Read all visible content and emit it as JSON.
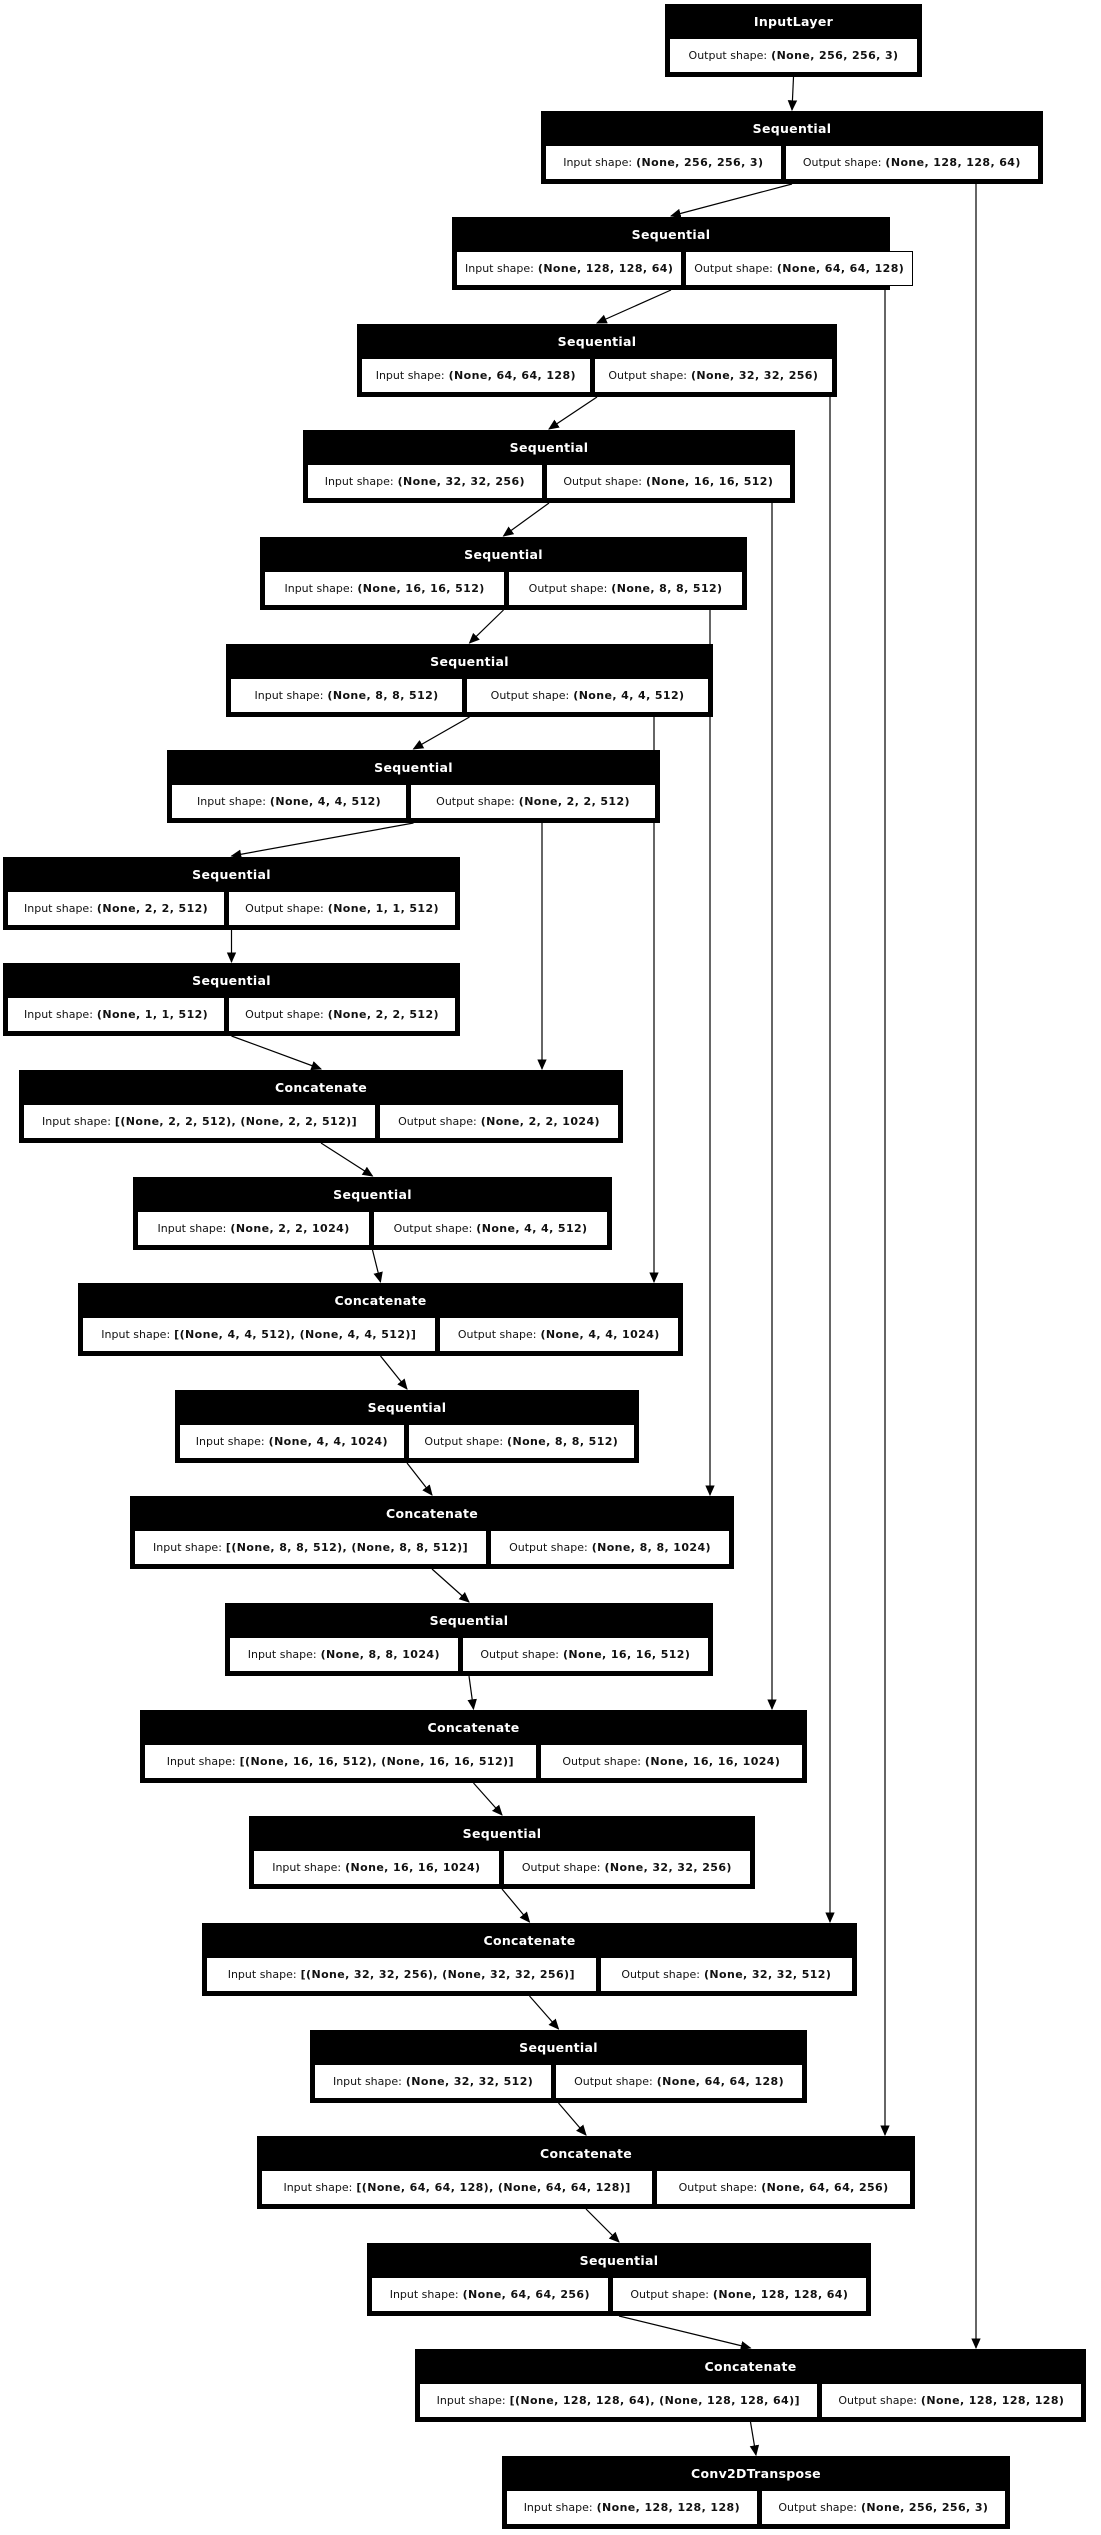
{
  "diagram": {
    "labels": {
      "input_prefix": "Input shape:",
      "output_prefix": "Output shape:"
    },
    "colors": {
      "node_header_bg": "#000000",
      "node_header_text": "#ffffff",
      "cell_bg": "#ffffff",
      "border": "#000000",
      "edge": "#000000",
      "page_bg": "#ffffff"
    },
    "nodes": [
      {
        "name": "InputLayer",
        "output_shape": "(None, 256, 256, 3)"
      },
      {
        "name": "Sequential",
        "input_shape": "(None, 256, 256, 3)",
        "output_shape": "(None, 128, 128, 64)"
      },
      {
        "name": "Sequential",
        "input_shape": "(None, 128, 128, 64)",
        "output_shape": "(None, 64, 64, 128)"
      },
      {
        "name": "Sequential",
        "input_shape": "(None, 64, 64, 128)",
        "output_shape": "(None, 32, 32, 256)"
      },
      {
        "name": "Sequential",
        "input_shape": "(None, 32, 32, 256)",
        "output_shape": "(None, 16, 16, 512)"
      },
      {
        "name": "Sequential",
        "input_shape": "(None, 16, 16, 512)",
        "output_shape": "(None, 8, 8, 512)"
      },
      {
        "name": "Sequential",
        "input_shape": "(None, 8, 8, 512)",
        "output_shape": "(None, 4, 4, 512)"
      },
      {
        "name": "Sequential",
        "input_shape": "(None, 4, 4, 512)",
        "output_shape": "(None, 2, 2, 512)"
      },
      {
        "name": "Sequential",
        "input_shape": "(None, 2, 2, 512)",
        "output_shape": "(None, 1, 1, 512)"
      },
      {
        "name": "Sequential",
        "input_shape": "(None, 1, 1, 512)",
        "output_shape": "(None, 2, 2, 512)"
      },
      {
        "name": "Concatenate",
        "input_shape": "[(None, 2, 2, 512), (None, 2, 2, 512)]",
        "output_shape": "(None, 2, 2, 1024)"
      },
      {
        "name": "Sequential",
        "input_shape": "(None, 2, 2, 1024)",
        "output_shape": "(None, 4, 4, 512)"
      },
      {
        "name": "Concatenate",
        "input_shape": "[(None, 4, 4, 512), (None, 4, 4, 512)]",
        "output_shape": "(None, 4, 4, 1024)"
      },
      {
        "name": "Sequential",
        "input_shape": "(None, 4, 4, 1024)",
        "output_shape": "(None, 8, 8, 512)"
      },
      {
        "name": "Concatenate",
        "input_shape": "[(None, 8, 8, 512), (None, 8, 8, 512)]",
        "output_shape": "(None, 8, 8, 1024)"
      },
      {
        "name": "Sequential",
        "input_shape": "(None, 8, 8, 1024)",
        "output_shape": "(None, 16, 16, 512)"
      },
      {
        "name": "Concatenate",
        "input_shape": "[(None, 16, 16, 512), (None, 16, 16, 512)]",
        "output_shape": "(None, 16, 16, 1024)"
      },
      {
        "name": "Sequential",
        "input_shape": "(None, 16, 16, 1024)",
        "output_shape": "(None, 32, 32, 256)"
      },
      {
        "name": "Concatenate",
        "input_shape": "[(None, 32, 32, 256), (None, 32, 32, 256)]",
        "output_shape": "(None, 32, 32, 512)"
      },
      {
        "name": "Sequential",
        "input_shape": "(None, 32, 32, 512)",
        "output_shape": "(None, 64, 64, 128)"
      },
      {
        "name": "Concatenate",
        "input_shape": "[(None, 64, 64, 128), (None, 64, 64, 128)]",
        "output_shape": "(None, 64, 64, 256)"
      },
      {
        "name": "Sequential",
        "input_shape": "(None, 64, 64, 256)",
        "output_shape": "(None, 128, 128, 64)"
      },
      {
        "name": "Concatenate",
        "input_shape": "[(None, 128, 128, 64), (None, 128, 128, 64)]",
        "output_shape": "(None, 128, 128, 128)"
      },
      {
        "name": "Conv2DTranspose",
        "input_shape": "(None, 128, 128, 128)",
        "output_shape": "(None, 256, 256, 3)"
      }
    ],
    "edges": [
      {
        "from": 0,
        "to": 1,
        "type": "sequential"
      },
      {
        "from": 1,
        "to": 2,
        "type": "sequential"
      },
      {
        "from": 2,
        "to": 3,
        "type": "sequential"
      },
      {
        "from": 3,
        "to": 4,
        "type": "sequential"
      },
      {
        "from": 4,
        "to": 5,
        "type": "sequential"
      },
      {
        "from": 5,
        "to": 6,
        "type": "sequential"
      },
      {
        "from": 6,
        "to": 7,
        "type": "sequential"
      },
      {
        "from": 7,
        "to": 8,
        "type": "sequential"
      },
      {
        "from": 8,
        "to": 9,
        "type": "sequential"
      },
      {
        "from": 9,
        "to": 10,
        "type": "sequential"
      },
      {
        "from": 10,
        "to": 11,
        "type": "sequential"
      },
      {
        "from": 11,
        "to": 12,
        "type": "sequential"
      },
      {
        "from": 12,
        "to": 13,
        "type": "sequential"
      },
      {
        "from": 13,
        "to": 14,
        "type": "sequential"
      },
      {
        "from": 14,
        "to": 15,
        "type": "sequential"
      },
      {
        "from": 15,
        "to": 16,
        "type": "sequential"
      },
      {
        "from": 16,
        "to": 17,
        "type": "sequential"
      },
      {
        "from": 17,
        "to": 18,
        "type": "sequential"
      },
      {
        "from": 18,
        "to": 19,
        "type": "sequential"
      },
      {
        "from": 19,
        "to": 20,
        "type": "sequential"
      },
      {
        "from": 20,
        "to": 21,
        "type": "sequential"
      },
      {
        "from": 21,
        "to": 22,
        "type": "sequential"
      },
      {
        "from": 22,
        "to": 23,
        "type": "sequential"
      },
      {
        "from": 1,
        "to": 22,
        "type": "skip"
      },
      {
        "from": 2,
        "to": 20,
        "type": "skip"
      },
      {
        "from": 3,
        "to": 18,
        "type": "skip"
      },
      {
        "from": 4,
        "to": 16,
        "type": "skip"
      },
      {
        "from": 5,
        "to": 14,
        "type": "skip"
      },
      {
        "from": 6,
        "to": 12,
        "type": "skip"
      },
      {
        "from": 7,
        "to": 10,
        "type": "skip"
      }
    ]
  }
}
